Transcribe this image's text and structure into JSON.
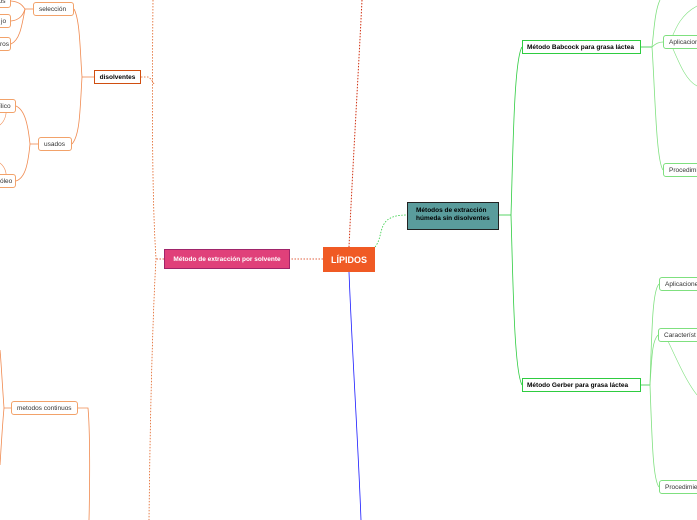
{
  "diagram": {
    "central": "LÍPIDOS",
    "left_main": "Método de extracción por solvente",
    "right_main": "Métodos de extracción húmeda sin disolventes",
    "disolventes": "disolventes",
    "seleccion": "selección",
    "usados": "usados",
    "metodos_continuos": "metodos continuos",
    "partial_dos": "dos",
    "partial_jo": "jo",
    "partial_ros": "ros",
    "partial_lico": "ílico",
    "partial_oleo": "óleo",
    "babcock": "Método Babcock para grasa láctea",
    "gerber": "Método Gerber para grasa láctea",
    "babcock_aplicacion": "Aplicacion",
    "babcock_procedimiento": "Procedimi",
    "gerber_aplicaciones": "Aplicaciones",
    "gerber_caracteristicas": "Característ",
    "gerber_procedimiento": "Procedimie"
  },
  "colors": {
    "central": "#f05a24",
    "left_main": "#e0407a",
    "right_main": "#5a9c9c",
    "orange_line": "#f08a50",
    "green_line": "#2ecc40",
    "blue_line": "#1a1aff"
  }
}
